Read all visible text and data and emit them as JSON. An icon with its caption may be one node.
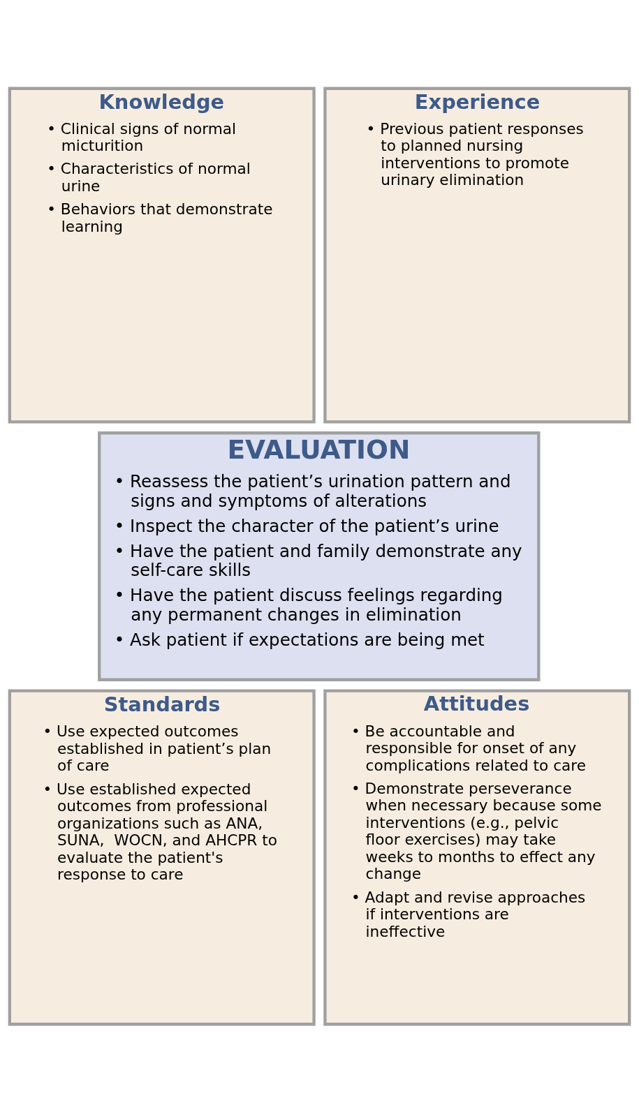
{
  "diagram": {
    "nodes": [
      {
        "text": [
          "Knowledge",
          "• Clinical signs of normal micturition",
          "• Characteristics of normal urine",
          "• Behaviors that demonstrate learning"
        ]
      },
      {
        "text": [
          "Experience",
          "• Previous patient responses to planned nursing interventions to promote urinary elimination"
        ]
      },
      {
        "text": [
          "EVALUATION",
          "• Reassess the patient’s urination pattern and signs and symptoms of alterations",
          "• Inspect the character of the patient’s urine",
          "• Have the patient and family demonstrate any self-care skills",
          "• Have the patient discuss feelings regarding any permanent changes in elimination",
          "• Ask patient if expectations are being met"
        ]
      },
      {
        "text": [
          "Standards",
          "• Use expected outcomes established in patient’s plan of care",
          "• Use established expected outcomes from professional organizations such as ANA, SUNA,  WOCN, and AHCPR to evaluate the patient's response to care"
        ]
      },
      {
        "text": [
          "Attitudes",
          "• Be accountable and responsible for onset of any complications related to care",
          "• Demonstrate perseverance when necessary because some interventions (e.g., pelvic floor exercises) may take weeks to months to effect any change",
          "• Adapt and revise approaches if interventions are ineffective"
        ]
      }
    ],
    "edges": []
  }
}
